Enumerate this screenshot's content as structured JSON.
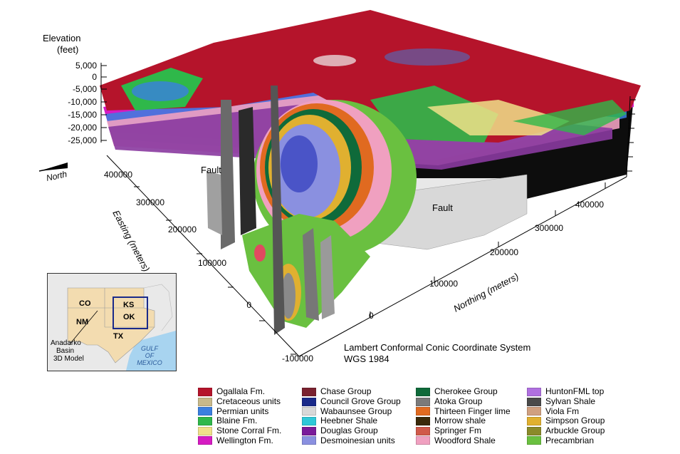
{
  "elevation_axis": {
    "title_line1": "Elevation",
    "title_line2": "(feet)",
    "ticks": [
      "5,000",
      "0",
      "-5,000",
      "-10,000",
      "-15,000",
      "-20,000",
      "-25,000"
    ]
  },
  "north_arrow": {
    "label": "North"
  },
  "easting_axis": {
    "title": "Easting (meters)",
    "ticks": [
      "400000",
      "300000",
      "200000",
      "100000",
      "0",
      "-100000"
    ]
  },
  "northing_axis": {
    "title": "Northing (meters)",
    "ticks": [
      "0",
      "100000",
      "200000",
      "300000",
      "400000"
    ]
  },
  "labels": {
    "fault_left": "Fault",
    "fault_right": "Fault"
  },
  "coordinate_note": {
    "line1": "Lambert Conformal Conic Coordinate System",
    "line2": "WGS 1984"
  },
  "inset": {
    "states": [
      "CO",
      "KS",
      "NM",
      "OK",
      "TX"
    ],
    "model_label_line1": "Anadarko",
    "model_label_line2": "Basin",
    "model_label_line3": "3D Model",
    "gulf_line1": "GULF",
    "gulf_line2": "OF",
    "gulf_line3": "MEXICO"
  },
  "legend": {
    "columns": [
      [
        {
          "label": "Ogallala Fm.",
          "color": "#b5142b"
        },
        {
          "label": "Cretaceous units",
          "color": "#c8b98a"
        },
        {
          "label": "Permian units",
          "color": "#3a7fe0"
        },
        {
          "label": "Blaine Fm.",
          "color": "#2fb84a"
        },
        {
          "label": "Stone Corral Fm.",
          "color": "#f0e08a"
        },
        {
          "label": "Wellington Fm.",
          "color": "#d61bc2"
        }
      ],
      [
        {
          "label": "Chase Group",
          "color": "#7a2230"
        },
        {
          "label": "Council Grove Group",
          "color": "#1a2a8a"
        },
        {
          "label": "Wabaunsee Group",
          "color": "#d8d8d8"
        },
        {
          "label": "Heebner Shale",
          "color": "#2fc8d8"
        },
        {
          "label": "Douglas Group",
          "color": "#7a1a9a"
        },
        {
          "label": "Desmoinesian units",
          "color": "#8a90e0"
        }
      ],
      [
        {
          "label": "Cherokee Group",
          "color": "#0f6a3a"
        },
        {
          "label": "Atoka Group",
          "color": "#7a7a7a"
        },
        {
          "label": "Thirteen Finger lime",
          "color": "#e06a20"
        },
        {
          "label": "Morrow shale",
          "color": "#3a2a0a"
        },
        {
          "label": "Springer Fm",
          "color": "#d05a4a"
        },
        {
          "label": "Woodford Shale",
          "color": "#f0a0c0"
        }
      ],
      [
        {
          "label": "HuntonFML top",
          "color": "#b070e0"
        },
        {
          "label": "Sylvan Shale",
          "color": "#4a4a4a"
        },
        {
          "label": "Viola Fm",
          "color": "#d0a080"
        },
        {
          "label": "Simpson Group",
          "color": "#e0b030"
        },
        {
          "label": "Arbuckle Group",
          "color": "#8a8a2a"
        },
        {
          "label": "Precambrian",
          "color": "#6ac040"
        }
      ]
    ]
  }
}
